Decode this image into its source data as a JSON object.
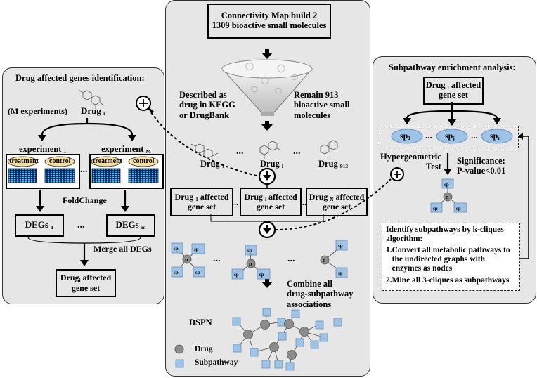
{
  "left_panel": {
    "title": "Drug affected genes identification:",
    "m_experiments": "(M experiments)",
    "drug_label": "Drug",
    "drug_sub": "i",
    "experiment_1": "experiment",
    "experiment_1_sub": "1",
    "experiment_m": "experiment",
    "experiment_m_sub": "M",
    "treatment": "treatment",
    "control": "control",
    "ellipsis": "...",
    "foldchange": "FoldChange",
    "degs_1": "DEGs",
    "degs_1_sub": "1",
    "degs_m": "DEGs",
    "degs_m_sub": "m",
    "merge": "Merge all DEGs",
    "result_line1": "Drug",
    "result_sub": "i",
    "result_line1_tail": "affected",
    "result_line2": "gene set"
  },
  "center_panel": {
    "cmap_line1": "Connectivity Map build 2",
    "cmap_line2": "1309 bioactive small molecules",
    "described": "Described as\ndrug in KEGG\nor DrugBank",
    "remain": "Remain 913\nbioactive small\nmolecules",
    "drug_1": "Drug",
    "drug_1_sub": "1",
    "drug_i": "Drug",
    "drug_i_sub": "i",
    "drug_913": "Drug",
    "drug_913_sub": "913",
    "ellipsis": "...",
    "set_1_a": "Drug",
    "set_1_sub": "1",
    "set_1_b": "affected",
    "set_1_c": "gene set",
    "set_i_a": "Drug",
    "set_i_sub": "i",
    "set_i_b": "affected",
    "set_i_c": "gene set",
    "set_n_a": "Drug",
    "set_n_sub": "N",
    "set_n_b": "affected",
    "set_n_c": "gene set",
    "combine": "Combine all\ndrug-subpathway\nassociations",
    "dspn": "DSPN",
    "legend_drug": "Drug",
    "legend_subpathway": "Subpathway"
  },
  "right_panel": {
    "title": "Subpathway enrichment analysis:",
    "set_a": "Drug",
    "set_sub": "i",
    "set_b": "affected",
    "set_c": "gene set",
    "sp1": "sp",
    "sp1_sub": "1",
    "spj": "sp",
    "spj_sub": "j",
    "spn": "sp",
    "spn_sub": "n",
    "ellipsis": "...",
    "hyper_line1": "Hypergeometric",
    "hyper_line2": "Test",
    "signif_line1": "Significance:",
    "signif_line2": "P-value<0.01",
    "kclique_title": "Identify subpathways by k-cliques\nalgorithm:",
    "kclique_step1": "1.Convert all metabolic pathways to\n   the undirected graphs with\n   enzymes as nodes",
    "kclique_step2": "2.Mine all 3-cliques as subpathways"
  },
  "colors": {
    "panel_bg": "#e6e6e6",
    "subpathway_blue": "#9fc3e6",
    "drug_gray": "#8c8c8c",
    "heatmap_blue": "#1f3f8f",
    "petri_fill": "#f2dfa6"
  }
}
